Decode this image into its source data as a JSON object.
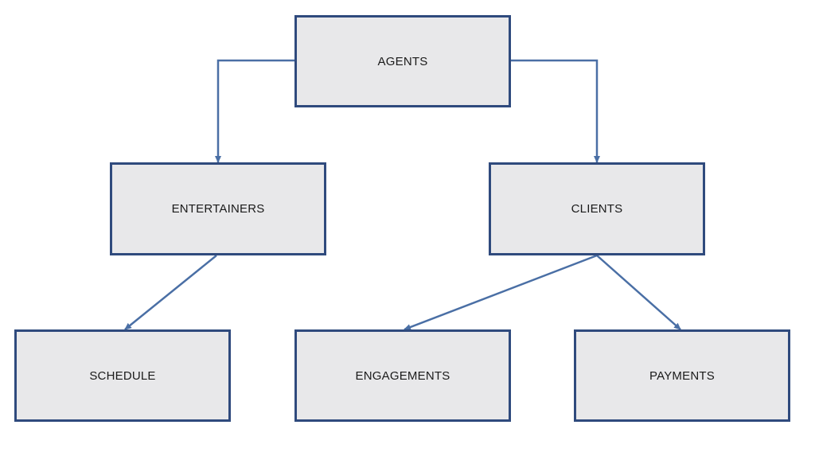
{
  "diagram": {
    "nodes": [
      {
        "id": "agents",
        "label": "AGENTS"
      },
      {
        "id": "entertainers",
        "label": "ENTERTAINERS"
      },
      {
        "id": "clients",
        "label": "CLIENTS"
      },
      {
        "id": "schedule",
        "label": "SCHEDULE"
      },
      {
        "id": "engagements",
        "label": "ENGAGEMENTS"
      },
      {
        "id": "payments",
        "label": "PAYMENTS"
      }
    ],
    "edges": [
      {
        "from": "agents",
        "to": "entertainers"
      },
      {
        "from": "agents",
        "to": "clients"
      },
      {
        "from": "entertainers",
        "to": "schedule"
      },
      {
        "from": "clients",
        "to": "engagements"
      },
      {
        "from": "clients",
        "to": "payments"
      }
    ]
  },
  "colors": {
    "box_fill": "#e8e8ea",
    "box_border": "#2f4a7d",
    "connector": "#4a6fa5",
    "background": "#ffffff"
  }
}
